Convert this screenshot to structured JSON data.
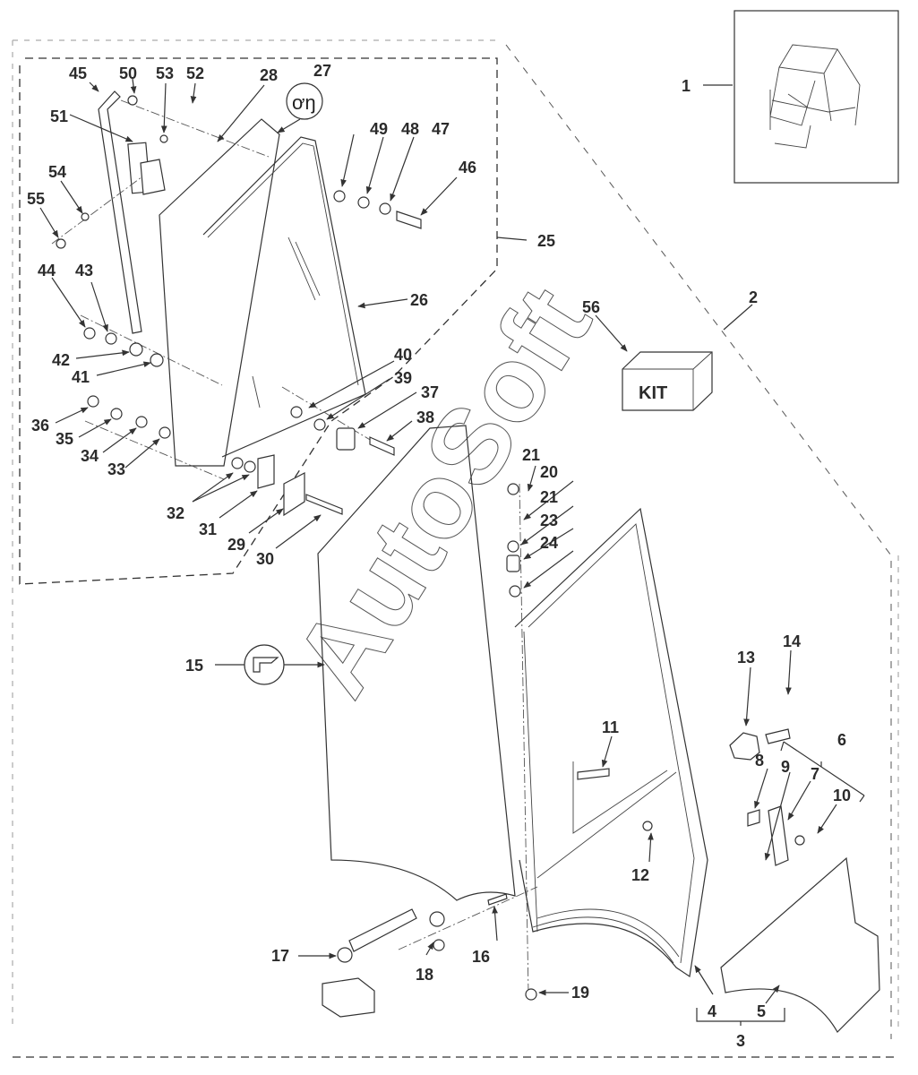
{
  "diagram": {
    "title_mark": "",
    "watermark": "AutoSoft",
    "kit_label": "KIT",
    "colors": {
      "ink": "#2b2b2b",
      "background": "#ffffff",
      "outer_border": "#aaaaaa"
    },
    "callouts": {
      "c1": "1",
      "c2": "2",
      "c3": "3",
      "c4": "4",
      "c5": "5",
      "c6": "6",
      "c7": "7",
      "c8": "8",
      "c9": "9",
      "c10": "10",
      "c11": "11",
      "c12": "12",
      "c13": "13",
      "c14": "14",
      "c15": "15",
      "c16": "16",
      "c17": "17",
      "c18": "18",
      "c19": "19",
      "c20": "20",
      "c21a": "21",
      "c21b": "21",
      "c23": "23",
      "c24": "24",
      "c25": "25",
      "c26": "26",
      "c27": "27",
      "c28": "28",
      "c29": "29",
      "c30": "30",
      "c31": "31",
      "c32": "32",
      "c33": "33",
      "c34": "34",
      "c35": "35",
      "c36": "36",
      "c37": "37",
      "c38": "38",
      "c39": "39",
      "c40": "40",
      "c41": "41",
      "c42": "42",
      "c43": "43",
      "c44": "44",
      "c45": "45",
      "c46": "46",
      "c47": "47",
      "c48": "48",
      "c49": "49",
      "c50": "50",
      "c51": "51",
      "c52": "52",
      "c53": "53",
      "c54": "54",
      "c55": "55",
      "c56": "56"
    },
    "icons": {
      "c27": "seal-loop-icon",
      "c15": "sealant-gun-icon"
    }
  }
}
